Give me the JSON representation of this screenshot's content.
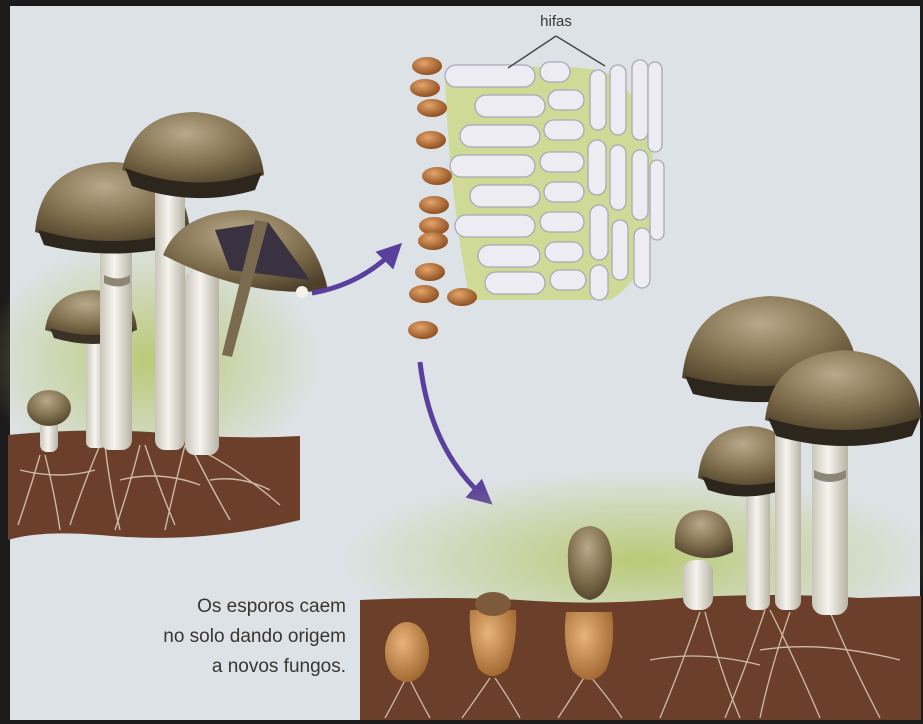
{
  "labels": {
    "hyphae": "hifas",
    "caption_lines": [
      "Os esporos caem",
      "no solo dando origem",
      "a novos fungos."
    ]
  },
  "colors": {
    "paper": "#dfe3e6",
    "soil": "#6b3f2a",
    "cap": "#8a7a56",
    "stem": "#ece9df",
    "spore": "#b0662e",
    "hypha": "#e7e7ee",
    "moss": "#b9c96e",
    "arrow": "#5b3f9c"
  }
}
